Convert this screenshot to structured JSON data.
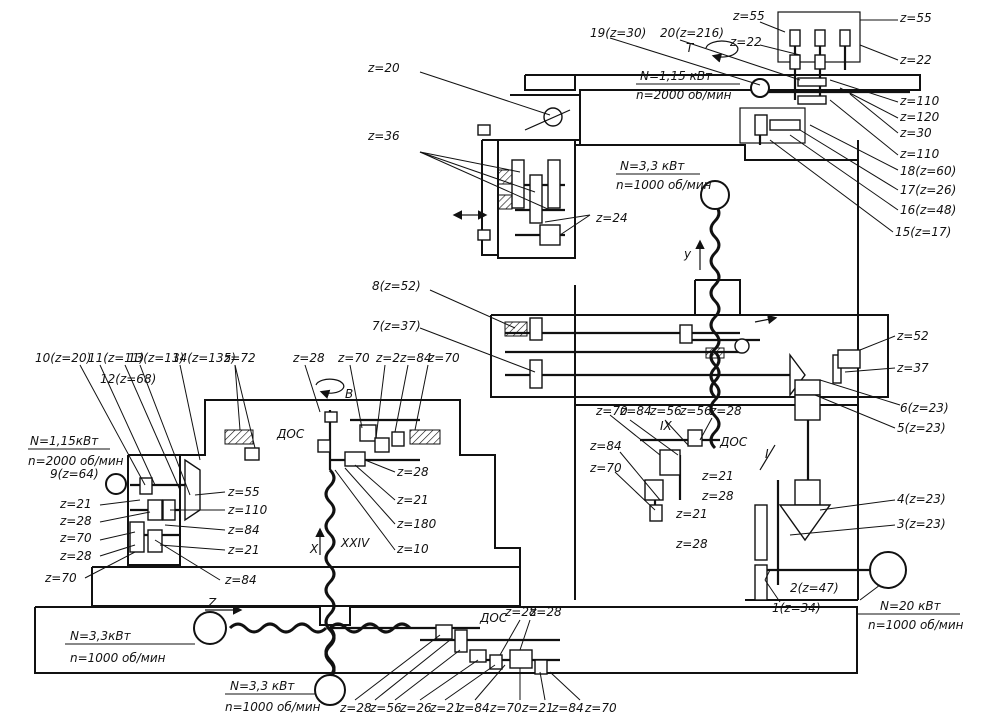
{
  "labels": {
    "top_z55a": "z=55",
    "top_z55b": "z=55",
    "top_z22a": "z=22",
    "top_z22b": "z=22",
    "l19": "19(z=30)",
    "l20": "20(z=216)",
    "t": "T",
    "z110a": "z=110",
    "z120": "z=120",
    "z30": "z=30",
    "z110b": "z=110",
    "l18": "18(z=60)",
    "l17": "17(z=26)",
    "l16": "16(z=48)",
    "l15": "15(z=17)",
    "motor1_power": "N=1,15 кВт",
    "motor1_speed": "n=2000 об/мин",
    "motor2_power": "N=3,3 кВт",
    "motor2_speed": "n=1000 об/мин",
    "z20": "z=20",
    "z36": "z=36",
    "z24": "z=24",
    "y": "y",
    "l8": "8(z=52)",
    "l7": "7(z=37)",
    "z52": "z=52",
    "z37": "z=37",
    "l6": "6(z=23)",
    "l5": "5(z=23)",
    "l4": "4(z=23)",
    "l3": "3(z=23)",
    "l2": "2(z=47)",
    "l1": "1(z=34)",
    "roman_i": "I",
    "roman_ix": "IX",
    "motor_main_power": "N=20 кВт",
    "motor_main_speed": "n=1000 об/мин",
    "mid_z70": "z=70",
    "mid_z84": "z=84",
    "mid_z56": "z=56",
    "mid_z56b": "z=56",
    "mid_z28": "z=28",
    "dos1": "ДОС",
    "mid_z84b": "z=84",
    "mid_z70b": "z=70",
    "mid_z21": "z=21",
    "mid_z28b": "z=28",
    "mid_z21b": "z=21",
    "mid_z28c": "z=28",
    "l10": "10(z=20)",
    "l11": "11(z=11)",
    "l13": "13(z=13)",
    "l14": "14(z=135)",
    "l12": "12(z=68)",
    "z72": "z=72",
    "motor3_power": "N=1,15кВт",
    "motor3_speed": "n=2000 об/мин",
    "l9": "9(z=64)",
    "left_z21": "z=21",
    "left_z28": "z=28",
    "left_z70": "z=70",
    "left_z28b": "z=28",
    "left_z70b": "z=70",
    "left_z55": "z=55",
    "left_z110": "z=110",
    "left_z84": "z=84",
    "left_z21b": "z=21",
    "left_z84b": "z=84",
    "tbl_z28": "z=28",
    "tbl_z70": "z=70",
    "tbl_z2": "z=2",
    "tbl_z84": "z=84",
    "tbl_z70b": "z=70",
    "b": "В",
    "dos2": "ДОС",
    "tbl_z28b": "z=28",
    "tbl_z21": "z=21",
    "tbl_z180": "z=180",
    "tbl_z10": "z=10",
    "x": "X",
    "xxiv": "XXIV",
    "z_axis": "Z",
    "motor4_power": "N=3,3кВт",
    "motor4_speed": "n=1000 об/мин",
    "motor5_power": "N=3,3 кВт",
    "motor5_speed": "n=1000 об/мин",
    "dos3": "ДОС",
    "bot_z28a": "z=28",
    "bot_z28b": "z=28",
    "bot_z56": "z=56",
    "bot_z26": "z=26",
    "bot_z21": "z=21",
    "bot_z84": "z=84",
    "bot_z70": "z=70",
    "bot_z21b": "z=21",
    "bot_z84b": "z=84",
    "bot_z70b": "z=70"
  }
}
